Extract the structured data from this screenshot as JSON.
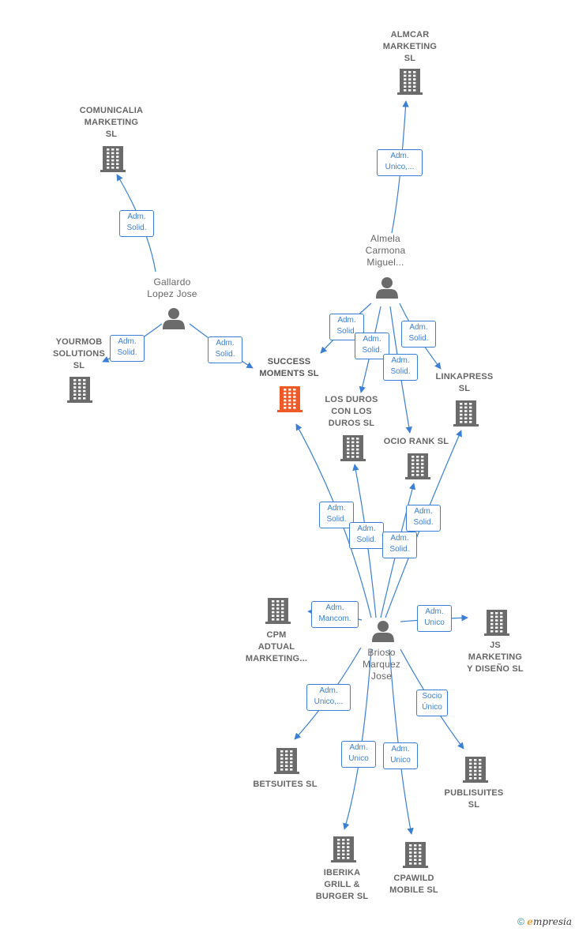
{
  "nodes": {
    "almcar": {
      "label": "ALMCAR\nMARKETING\nSL",
      "type": "company"
    },
    "comunicalia": {
      "label": "COMUNICALIA\nMARKETING\nSL",
      "type": "company"
    },
    "almela": {
      "label": "Almela\nCarmona\nMiguel...",
      "type": "person"
    },
    "gallardo": {
      "label": "Gallardo\nLopez Jose",
      "type": "person"
    },
    "yourmob": {
      "label": "YOURMOB\nSOLUTIONS\nSL",
      "type": "company"
    },
    "success": {
      "label": "SUCCESS\nMOMENTS SL",
      "type": "company",
      "highlight": true
    },
    "losduros": {
      "label": "LOS DUROS\nCON LOS\nDUROS SL",
      "type": "company"
    },
    "linkapress": {
      "label": "LINKAPRESS\nSL",
      "type": "company"
    },
    "ociorank": {
      "label": "OCIO RANK SL",
      "type": "company"
    },
    "cpm": {
      "label": "CPM\nADTUAL\nMARKETING...",
      "type": "company"
    },
    "brioso": {
      "label": "Brioso\nMarquez\nJose",
      "type": "person"
    },
    "js": {
      "label": "JS\nMARKETING\nY DISEÑO SL",
      "type": "company"
    },
    "betsuites": {
      "label": "BETSUITES SL",
      "type": "company"
    },
    "publisuites": {
      "label": "PUBLISUITES\nSL",
      "type": "company"
    },
    "iberika": {
      "label": "IBERIKA\nGRILL &\nBURGER SL",
      "type": "company"
    },
    "cpawild": {
      "label": "CPAWILD\nMOBILE SL",
      "type": "company"
    }
  },
  "edges": [
    {
      "from": "almela",
      "to": "almcar",
      "label": "Adm.\nUnico,..."
    },
    {
      "from": "gallardo",
      "to": "comunicalia",
      "label": "Adm.\nSolid."
    },
    {
      "from": "gallardo",
      "to": "yourmob",
      "label": "Adm.\nSolid."
    },
    {
      "from": "gallardo",
      "to": "success",
      "label": "Adm.\nSolid."
    },
    {
      "from": "almela",
      "to": "success",
      "label": "Adm.\nSolid."
    },
    {
      "from": "almela",
      "to": "losduros",
      "label": "Adm.\nSolid."
    },
    {
      "from": "almela",
      "to": "ociorank",
      "label": "Adm.\nSolid."
    },
    {
      "from": "almela",
      "to": "linkapress",
      "label": "Adm.\nSolid."
    },
    {
      "from": "brioso",
      "to": "success",
      "label": "Adm.\nSolid."
    },
    {
      "from": "brioso",
      "to": "losduros",
      "label": "Adm.\nSolid."
    },
    {
      "from": "brioso",
      "to": "ociorank",
      "label": "Adm.\nSolid."
    },
    {
      "from": "brioso",
      "to": "linkapress",
      "label": "Adm.\nSolid."
    },
    {
      "from": "brioso",
      "to": "cpm",
      "label": "Adm.\nMancom."
    },
    {
      "from": "brioso",
      "to": "js",
      "label": "Adm.\nUnico"
    },
    {
      "from": "brioso",
      "to": "betsuites",
      "label": "Adm.\nUnico,..."
    },
    {
      "from": "brioso",
      "to": "iberika",
      "label": "Adm.\nUnico"
    },
    {
      "from": "brioso",
      "to": "cpawild",
      "label": "Adm.\nUnico"
    },
    {
      "from": "brioso",
      "to": "publisuites",
      "label": "Socio\nÚnico"
    }
  ],
  "colors": {
    "edge": "#3a7fd5",
    "company": "#6b6b6b",
    "highlight": "#f05a28",
    "person": "#6b6b6b"
  },
  "footer": {
    "copyright": "©",
    "brand_initial": "e",
    "brand_rest": "mpresia"
  }
}
